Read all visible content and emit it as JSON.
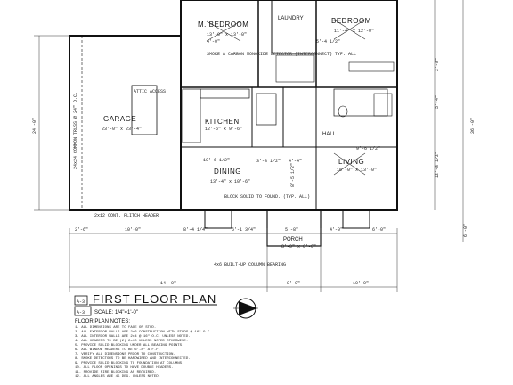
{
  "rooms": {
    "master_bedroom": {
      "name": "M. BEDROOM",
      "size": "13'-0\" x 13'-0\""
    },
    "laundry": {
      "name": "LAUNDRY"
    },
    "bedroom": {
      "name": "BEDROOM",
      "size": "11'-4\" x 12'-0\""
    },
    "garage": {
      "name": "GARAGE",
      "size": "23'-0\" x 23'-4\""
    },
    "kitchen": {
      "name": "KITCHEN",
      "size": "12'-6\" x 9'-6\""
    },
    "dining": {
      "name": "DINING",
      "size": "13'-4\" x 10'-6\""
    },
    "living": {
      "name": "LIVING",
      "size": "16'-0\" x 13'-0\""
    },
    "porch": {
      "name": "PORCH",
      "size": "8'-0\" x 6'-0\""
    },
    "hall": {
      "name": "HALL"
    }
  },
  "callouts": {
    "smoke": "SMOKE & CARBON MONOXIDE DETECTOR (INTERCONNECT) TYP. ALL",
    "attic": "ATTIC ACCESS",
    "block": "BLOCK SOLID TO FOUND. (TYP. ALL)",
    "beam": "2x12 CONT. FLITCH HEADER",
    "column": "4x6 BUILT-UP COLUMN BEARING",
    "truss": "24x24 COMMON TRUSS @ 24\" O.C."
  },
  "dimensions": {
    "top_left": "4'-0\"",
    "top_right": "5'-4 1/2\"",
    "left_total": "24'-0\"",
    "right_total": "36'-0\"",
    "right_a": "2'-8\"",
    "right_b": "5'-4\"",
    "right_c": "12'-8 1/2\"",
    "right_d": "6'-0\"",
    "bottom_a": "2'-6\"",
    "bottom_b": "10'-0\"",
    "bottom_c": "8'-4 1/4\"",
    "bottom_d": "6'-1 3/4\"",
    "bottom_e": "5'-8\"",
    "bottom_f": "4'-0\"",
    "bottom_g": "6'-0\"",
    "total_a": "14'-0\"",
    "total_b": "8'-0\"",
    "total_c": "10'-0\"",
    "dining_w": "10'-6 1/2\"",
    "mid_a": "3'-3 1/2\"",
    "mid_b": "4'-4\"",
    "mid_c": "8'-5 1/2\"",
    "mid_d": "9'-6 1/2\""
  },
  "title_block": {
    "sheet": "A-3",
    "title": "FIRST FLOOR PLAN",
    "scale": "SCALE: 1/4\"=1'-0\"",
    "notes_heading": "FLOOR PLAN NOTES:",
    "notes": [
      "1. ALL DIMENSIONS ARE TO FACE OF STUD.",
      "2. ALL EXTERIOR WALLS ARE 2x6 CONSTRUCTION WITH STUDS @ 16\" O.C.",
      "3. ALL INTERIOR WALLS ARE 2x4 @ 16\" O.C. UNLESS NOTED.",
      "4. ALL HEADERS TO BE (2) 2x10 UNLESS NOTED OTHERWISE.",
      "5. PROVIDE SOLID BLOCKING UNDER ALL BEARING POINTS.",
      "6. ALL WINDOW HEADERS TO BE 6'-8\" A.F.F.",
      "7. VERIFY ALL DIMENSIONS PRIOR TO CONSTRUCTION.",
      "8. SMOKE DETECTORS TO BE HARDWIRED AND INTERCONNECTED.",
      "9. PROVIDE SOLID BLOCKING TO FOUNDATION AT COLUMNS.",
      "10. ALL FLOOR OPENINGS TO HAVE DOUBLE HEADERS.",
      "11. PROVIDE FIRE BLOCKING AS REQUIRED.",
      "12. ALL ANGLES ARE 45 DEG. UNLESS NOTED."
    ]
  },
  "north_arrow": "N"
}
